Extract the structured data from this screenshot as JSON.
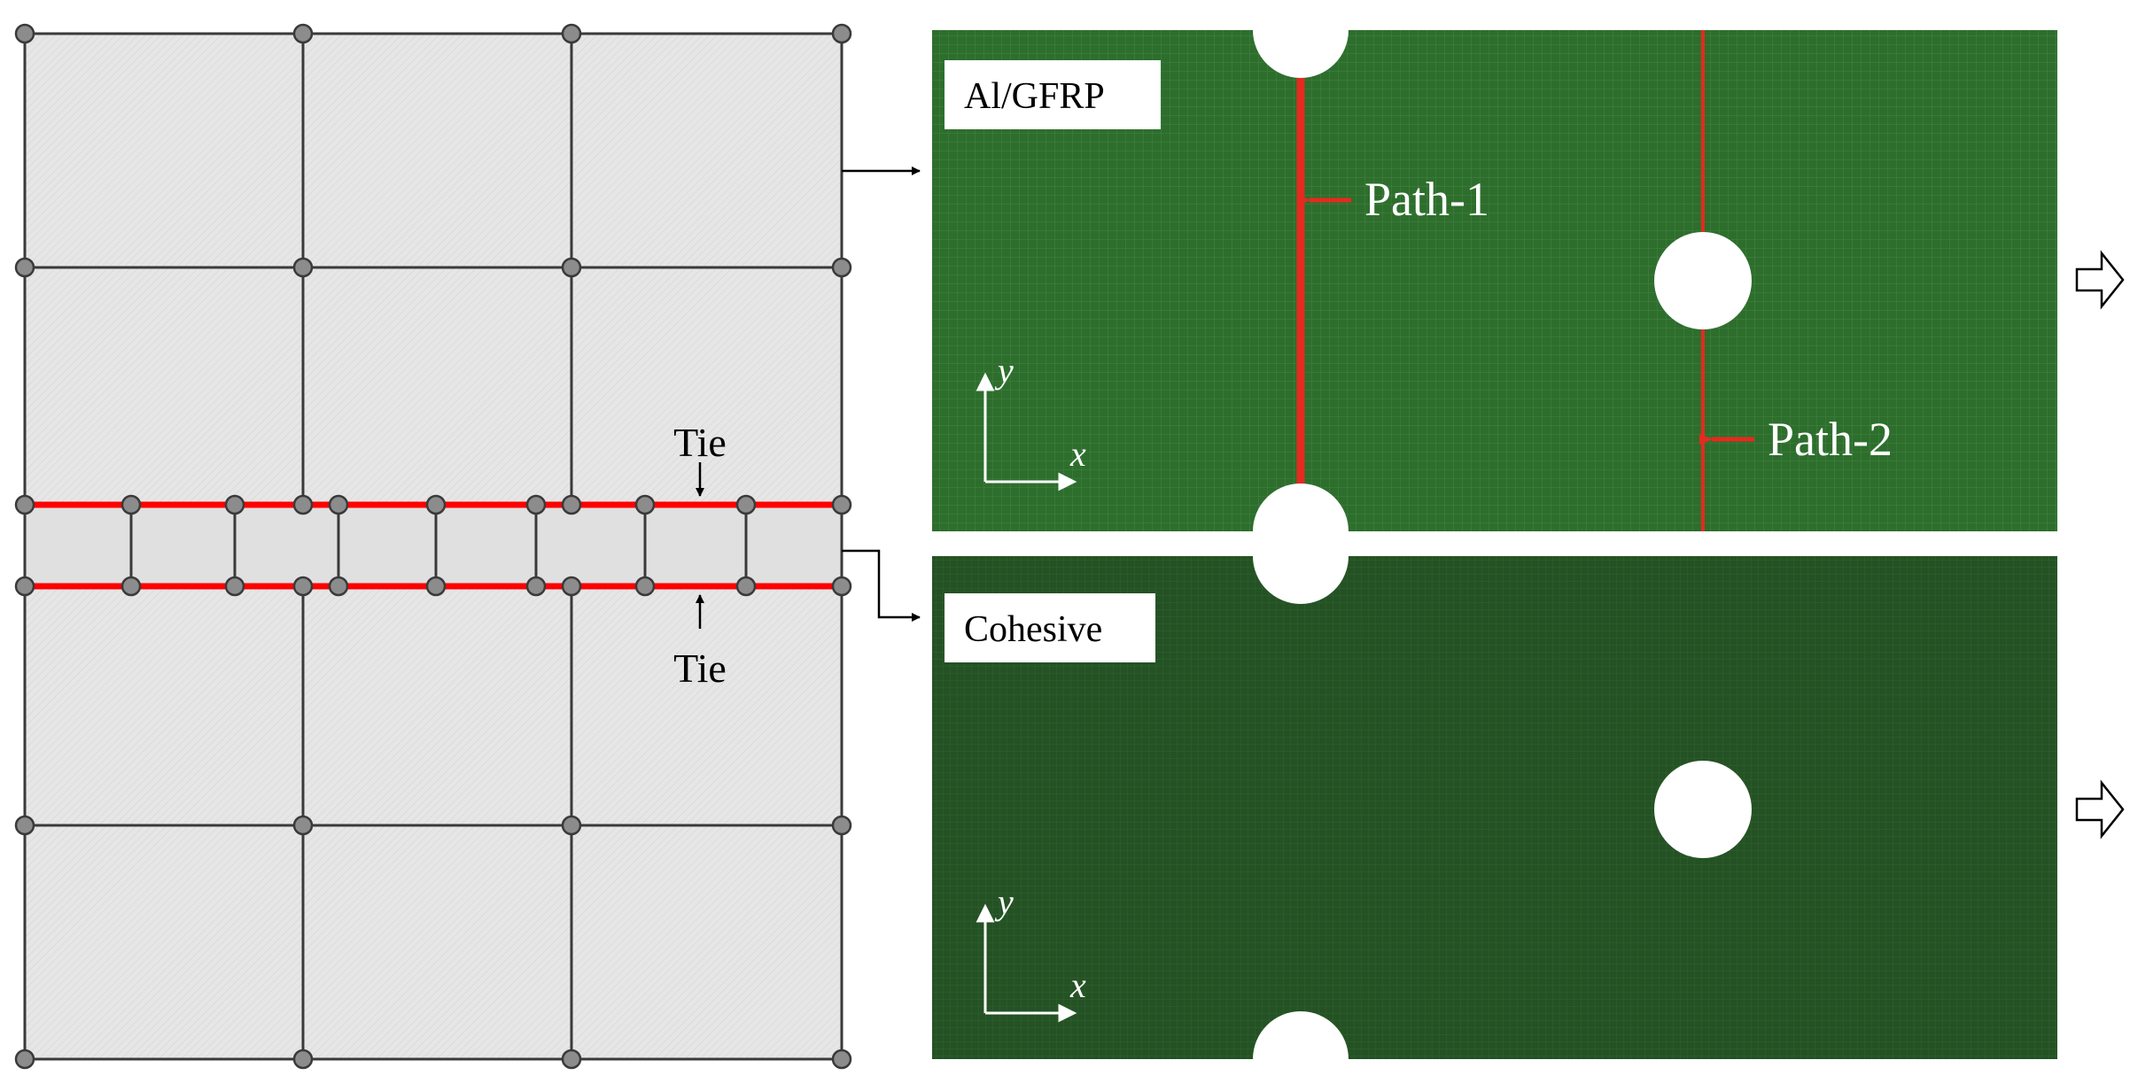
{
  "figure": {
    "labels": {
      "tie_top": "Tie",
      "tie_bottom": "Tie",
      "panel_top": "Al/GFRP",
      "panel_bottom": "Cohesive",
      "path_1": "Path-1",
      "path_2": "Path-2",
      "axis_y": "y",
      "axis_x": "x"
    },
    "colors": {
      "mesh_background": "#e6e6e6",
      "mesh_line": "#3a3a3a",
      "node_fill": "#8c8c8c",
      "tie_line": "#ff0000",
      "adherend_green": "#2d6e2d",
      "cohesive_green": "#245224",
      "path_line": "#e52a1f",
      "hole_fill": "#ffffff"
    },
    "icons": {
      "load_arrow": "hollow-right-arrow-icon",
      "connector": "elbow-arrow-icon"
    }
  }
}
